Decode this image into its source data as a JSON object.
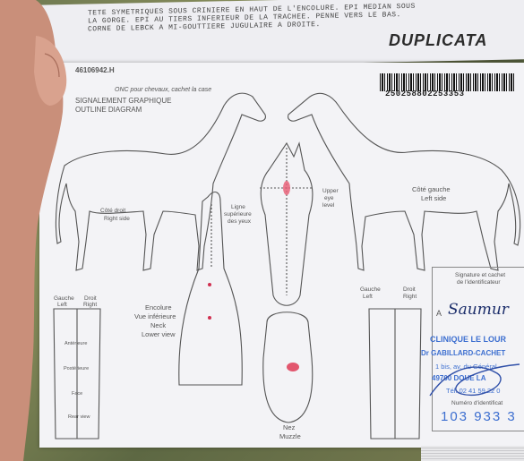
{
  "header": {
    "typed_line_1": "TETE SYMETRIQUES SOUS CRINIERE EN HAUT DE L'ENCOLURE. EPI MEDIAN SOUS",
    "typed_line_2": "LA GORGE. EPI AU TIERS INFERIEUR DE LA TRACHEE. PENNE VERS LE BAS.",
    "typed_line_3": "CORNE DE LEBCK A MI-GOUTTIERE JUGULAIRE A DROITE.",
    "duplicata": "DUPLICATA"
  },
  "form": {
    "id_number": "46106942.H",
    "barcode_number": "250258802253353",
    "note": "ONC pour chevaux, cachet la case",
    "title_fr": "SIGNALEMENT GRAPHIQUE",
    "title_en": "OUTLINE DIAGRAM"
  },
  "labels": {
    "right_side_fr": "Côté droit",
    "right_side_en": "Right side",
    "left_side_fr": "Côté gauche",
    "left_side_en": "Left side",
    "upper_eye_fr_1": "Ligne",
    "upper_eye_fr_2": "supérieure",
    "upper_eye_fr_3": "des yeux",
    "upper_eye_en_1": "Upper",
    "upper_eye_en_2": "eye",
    "upper_eye_en_3": "level",
    "neck_fr_1": "Encolure",
    "neck_fr_2": "Vue inférieure",
    "neck_en_1": "Neck",
    "neck_en_2": "Lower view",
    "muzzle_fr": "Nez",
    "muzzle_en": "Muzzle",
    "legs_left_gauche": "Gauche",
    "legs_left_droit": "Droit",
    "legs_left_left": "Left",
    "legs_left_right": "Right",
    "legs_right_gauche": "Gauche",
    "legs_right_droit": "Droit",
    "legs_right_left": "Left",
    "legs_right_right": "Right",
    "leg_anterieure": "Antérieure",
    "leg_posterieure": "Postérieure",
    "leg_face": "Face",
    "leg_rear": "Rear view"
  },
  "stamp": {
    "signature_label_1": "Signature et cachet",
    "signature_label_2": "de l'identificateur",
    "place_prefix": "A",
    "place_handwritten": "Saumur",
    "clinic": "CLINIQUE LE LOUR",
    "doctor": "Dr GABILLARD-CACHET",
    "address": "1 bis, av. du Général",
    "city": "49700 DOUE LA",
    "phone": "Tél. 02 41 59 22 0",
    "id_label": "Numéro d'identificat",
    "id_number": "103 933 3"
  }
}
